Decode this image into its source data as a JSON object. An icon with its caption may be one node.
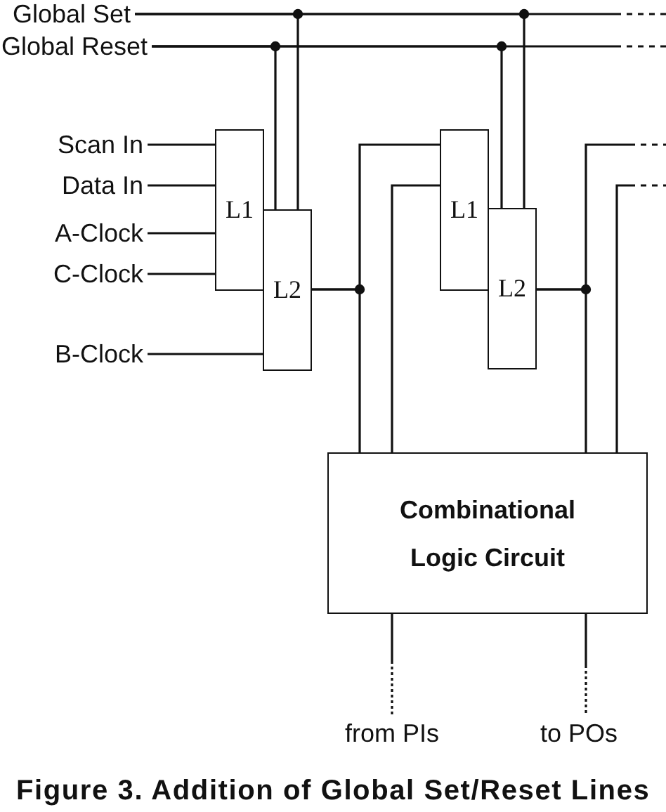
{
  "diagram": {
    "caption": "Figure 3. Addition of Global Set/Reset Lines",
    "nodes": [
      {
        "text": [
          "Global Set"
        ]
      },
      {
        "text": [
          "Global Reset"
        ]
      },
      {
        "text": [
          "Scan In"
        ]
      },
      {
        "text": [
          "Data In"
        ]
      },
      {
        "text": [
          "A-Clock"
        ]
      },
      {
        "text": [
          "C-Clock"
        ]
      },
      {
        "text": [
          "B-Clock"
        ]
      },
      {
        "text": [
          "L1"
        ]
      },
      {
        "text": [
          "L2"
        ]
      },
      {
        "text": [
          "L1"
        ]
      },
      {
        "text": [
          "L2"
        ]
      },
      {
        "text": [
          "Combinational Logic Circuit"
        ]
      },
      {
        "text": [
          "from PIs"
        ]
      },
      {
        "text": [
          "to POs"
        ]
      }
    ],
    "edges": [
      {
        "from": 0,
        "to": 8,
        "arrow": "none"
      },
      {
        "from": 0,
        "to": 10,
        "arrow": "none"
      },
      {
        "from": 0,
        "to": null,
        "arrow": "none",
        "style": "dashed"
      },
      {
        "from": 1,
        "to": 8,
        "arrow": "none"
      },
      {
        "from": 1,
        "to": 10,
        "arrow": "none"
      },
      {
        "from": 1,
        "to": null,
        "arrow": "none",
        "style": "dashed"
      },
      {
        "from": 2,
        "to": 7,
        "arrow": "none"
      },
      {
        "from": 3,
        "to": 7,
        "arrow": "none"
      },
      {
        "from": 4,
        "to": 7,
        "arrow": "none"
      },
      {
        "from": 5,
        "to": 7,
        "arrow": "none"
      },
      {
        "from": 6,
        "to": 8,
        "arrow": "none"
      },
      {
        "from": 8,
        "to": 9,
        "arrow": "none"
      },
      {
        "from": 8,
        "to": 11,
        "arrow": "none"
      },
      {
        "from": 11,
        "to": 9,
        "arrow": "none"
      },
      {
        "from": 10,
        "to": 11,
        "arrow": "none"
      },
      {
        "from": 10,
        "to": null,
        "arrow": "none",
        "style": "dashed"
      },
      {
        "from": 11,
        "to": null,
        "arrow": "none",
        "style": "dashed"
      },
      {
        "from": 12,
        "to": 11,
        "arrow": "none",
        "style": "dashed"
      },
      {
        "from": 11,
        "to": 13,
        "arrow": "none",
        "style": "dashed"
      }
    ]
  }
}
